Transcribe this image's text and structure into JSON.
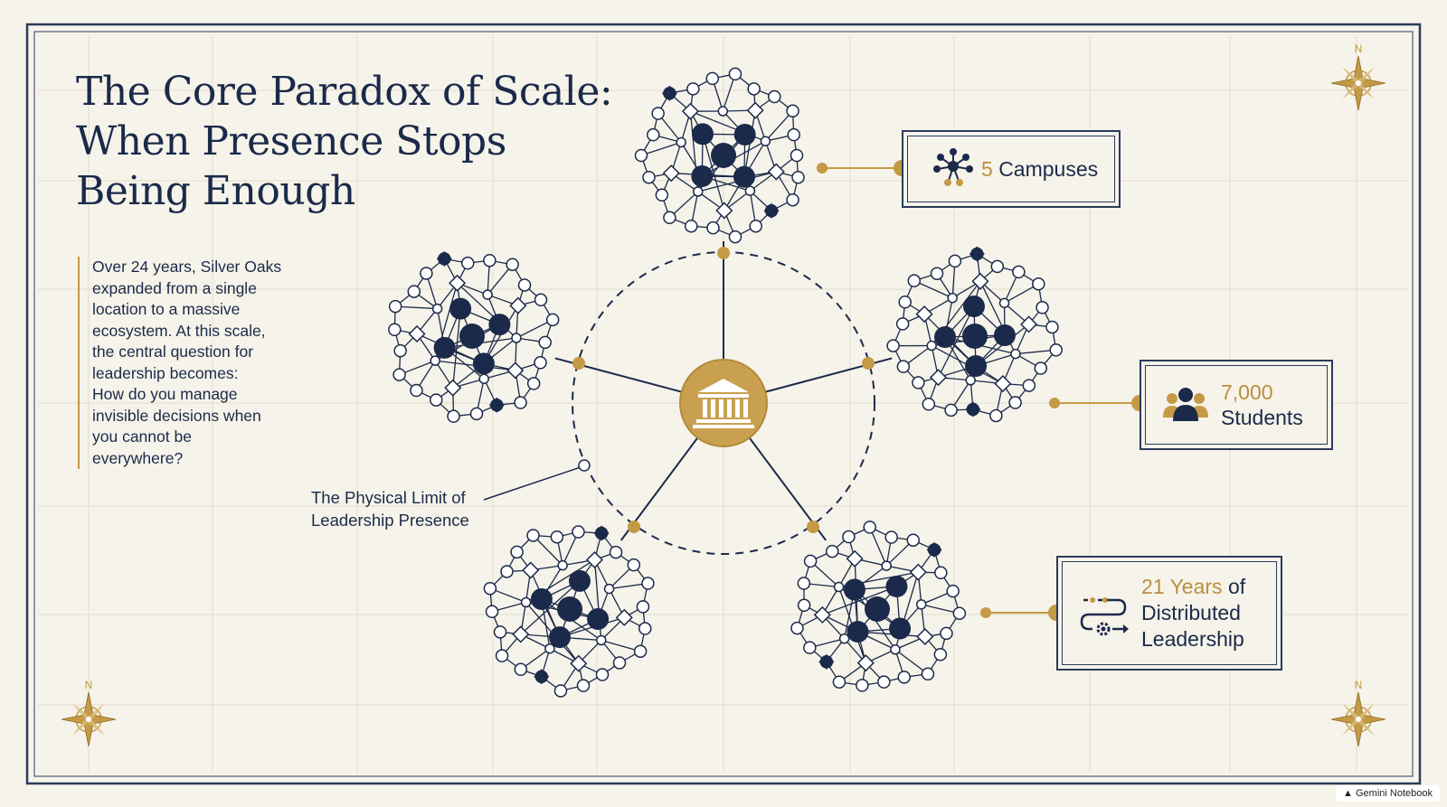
{
  "title": {
    "lines": [
      "The Core Paradox of Scale:",
      "When Presence Stops",
      "Being Enough"
    ]
  },
  "description": {
    "lines": [
      "Over 24 years, Silver Oaks",
      "expanded from a single",
      "location to a massive",
      "ecosystem. At this scale,",
      "the central question for",
      "leadership becomes:",
      "How do you manage",
      "invisible decisions when",
      "you cannot be",
      "everywhere?"
    ]
  },
  "limit_label": {
    "lines": [
      "The Physical Limit of",
      "Leadership Presence"
    ]
  },
  "stats": {
    "campuses": {
      "number": "5",
      "label": "Campuses",
      "icon": "network-hub-icon"
    },
    "students": {
      "number": "7,000",
      "label": "Students",
      "icon": "people-group-icon"
    },
    "years": {
      "number": "21",
      "unit": "Years",
      "of": "of",
      "line2": "Distributed",
      "line3": "Leadership",
      "icon": "workflow-gear-icon"
    }
  },
  "compass": {
    "letter": "N"
  },
  "center_icon": "institution-building-icon",
  "colors": {
    "navy": "#1b2a4a",
    "gold": "#c49a45",
    "background": "#f6f3ea"
  },
  "watermark": "Gemini Notebook"
}
